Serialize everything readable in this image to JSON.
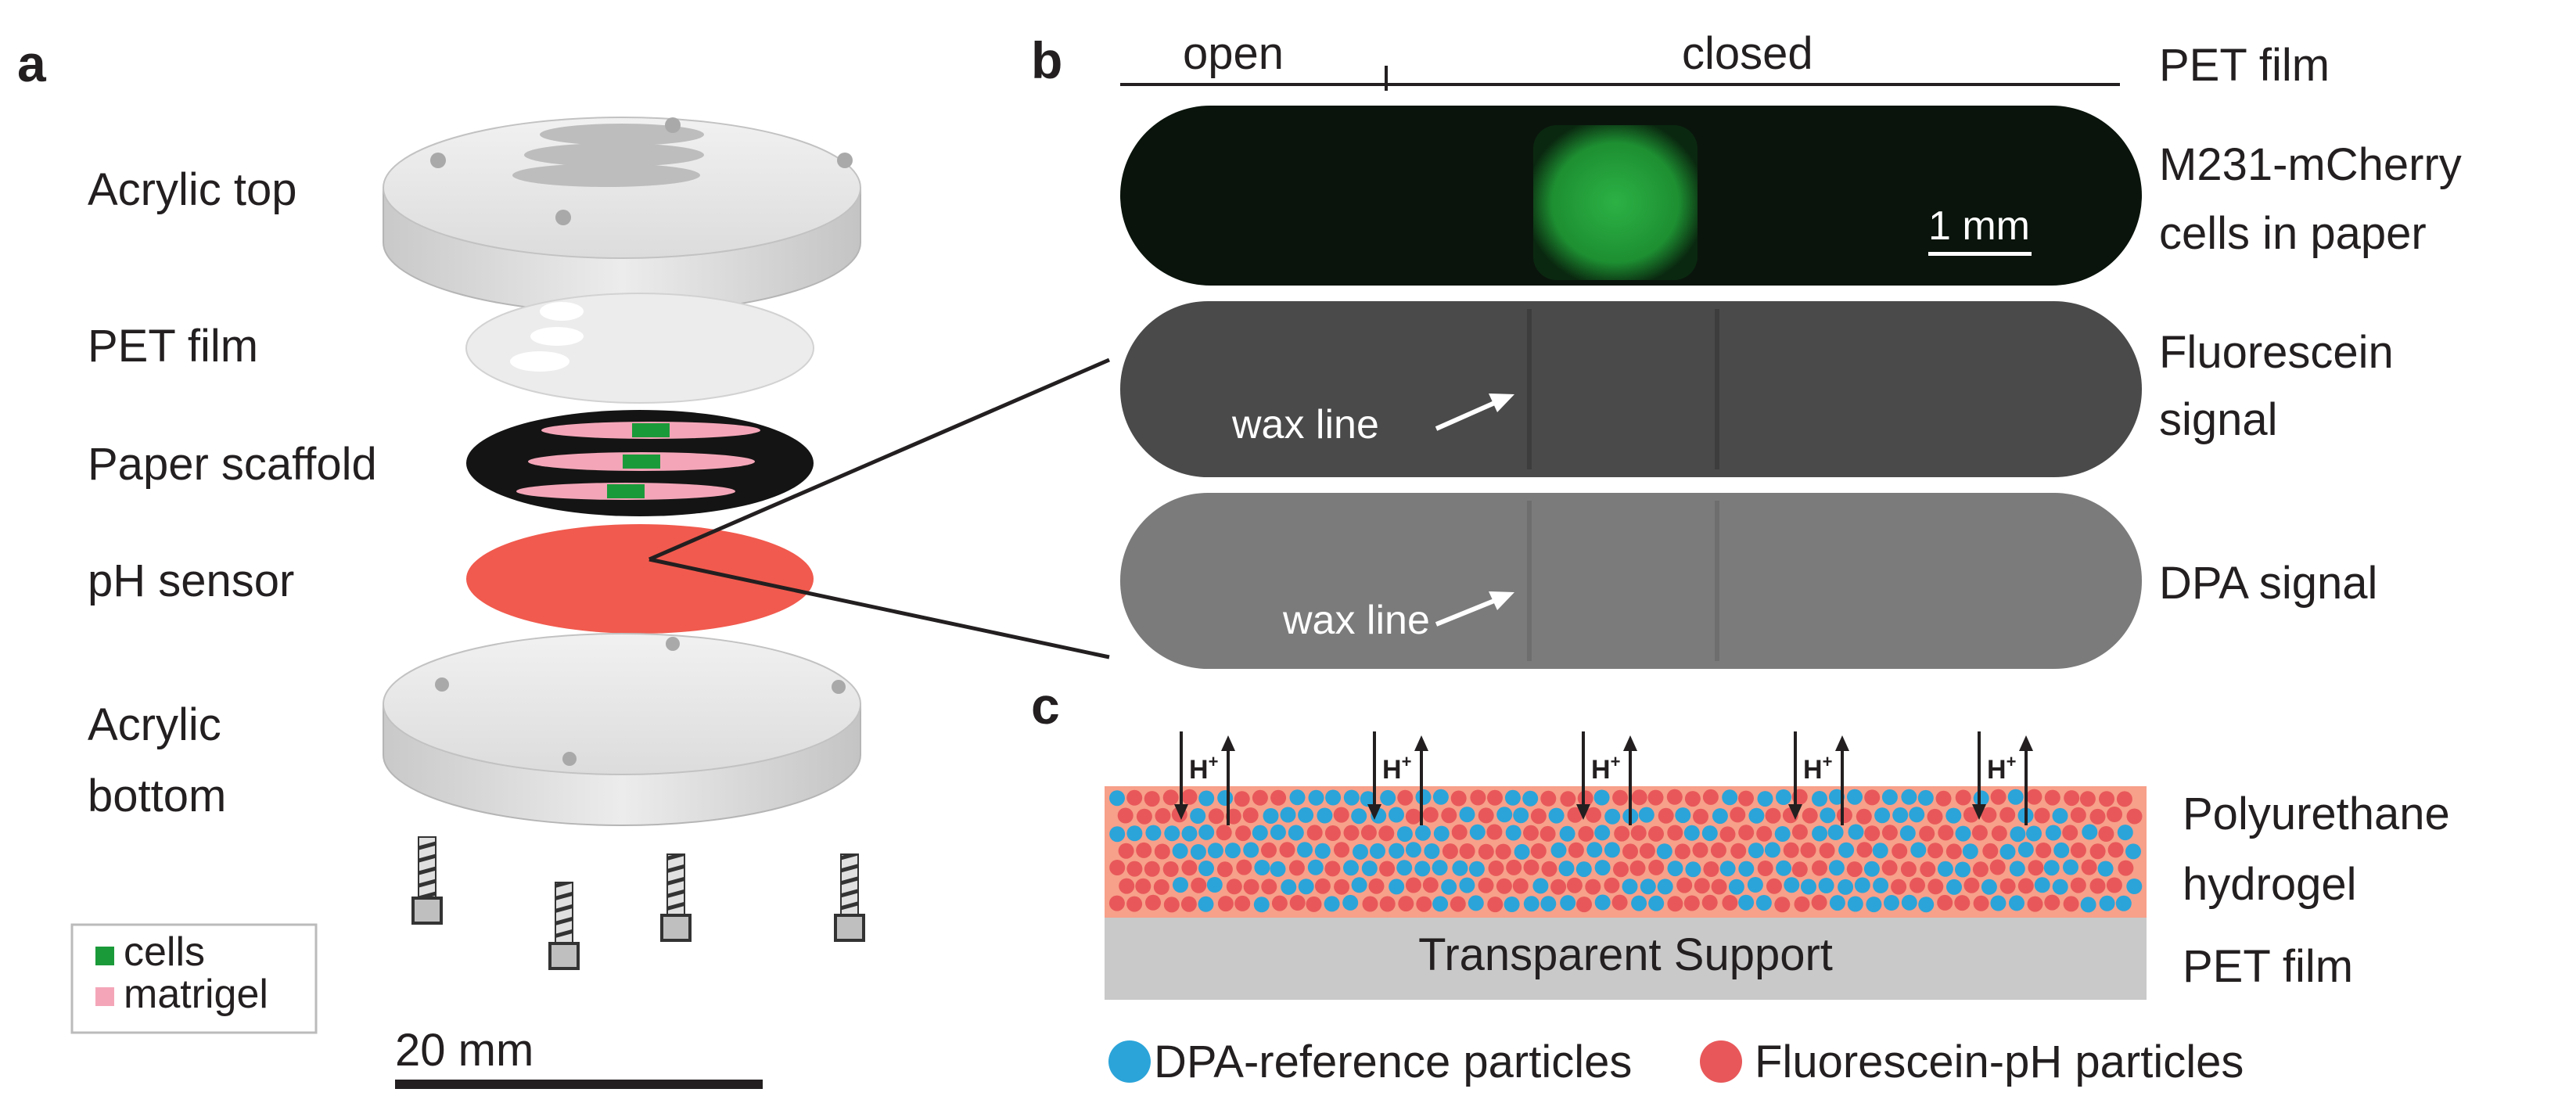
{
  "panel_a": {
    "letter": "a",
    "layers": [
      "Acrylic top",
      "PET film",
      "Paper scaffold",
      "pH sensor",
      "Acrylic",
      "bottom"
    ],
    "legend": {
      "cells": "cells",
      "matrigel": "matrigel"
    },
    "scale_bar": "20 mm",
    "colors": {
      "cells": "#1b9a3a",
      "matrigel": "#f4a6b8",
      "sensor": "#f15a4e"
    }
  },
  "panel_b": {
    "letter": "b",
    "region_open": "open",
    "region_closed": "closed",
    "strip_labels": {
      "pet_film": "PET film",
      "cells_line1": "M231-mCherry",
      "cells_line2": "cells in paper",
      "fluor_line1": "Fluorescein",
      "fluor_line2": "signal",
      "dpa": "DPA signal"
    },
    "scale_bar": "1 mm",
    "wax_line": "wax line"
  },
  "panel_c": {
    "letter": "c",
    "hplus": "H",
    "hplus_sup": "+",
    "layer_hydrogel_1": "Polyurethane",
    "layer_hydrogel_2": "hydrogel",
    "support": "Transparent Support",
    "pet_film": "PET film",
    "legend_dpa": "DPA-reference particles",
    "legend_fluor": "Fluorescein-pH particles",
    "colors": {
      "dpa": "#2ba4d9",
      "fluor": "#e8585a",
      "hydrogel": "#f7a08a",
      "support": "#c9c9c9"
    }
  }
}
